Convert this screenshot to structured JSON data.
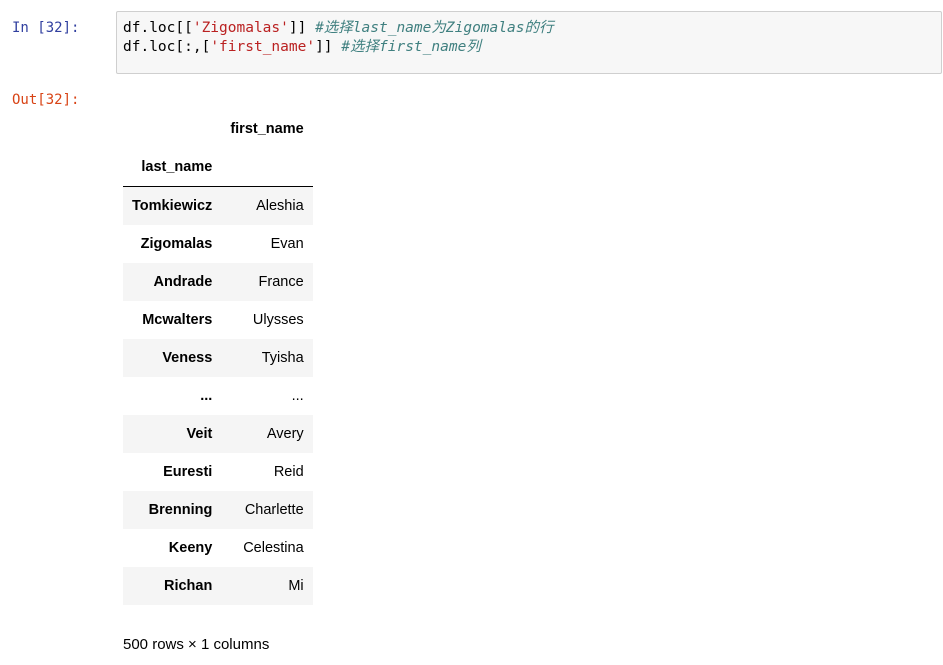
{
  "input_prompt": "In [32]:",
  "output_prompt": "Out[32]:",
  "code": {
    "line1": {
      "code": "df.loc[[",
      "string": "'Zigomalas'",
      "code_end": "]]",
      "comment": "#选择last_name为Zigomalas的行"
    },
    "line2": {
      "code": "df.loc[:,[",
      "string": "'first_name'",
      "code_end": "]]",
      "comment": "#选择first_name列"
    }
  },
  "table": {
    "column_header": "first_name",
    "index_name": "last_name",
    "rows": [
      {
        "index": "Tomkiewicz",
        "value": "Aleshia"
      },
      {
        "index": "Zigomalas",
        "value": "Evan"
      },
      {
        "index": "Andrade",
        "value": "France"
      },
      {
        "index": "Mcwalters",
        "value": "Ulysses"
      },
      {
        "index": "Veness",
        "value": "Tyisha"
      },
      {
        "index": "...",
        "value": "..."
      },
      {
        "index": "Veit",
        "value": "Avery"
      },
      {
        "index": "Euresti",
        "value": "Reid"
      },
      {
        "index": "Brenning",
        "value": "Charlette"
      },
      {
        "index": "Keeny",
        "value": "Celestina"
      },
      {
        "index": "Richan",
        "value": "Mi"
      }
    ]
  },
  "shape_note": "500 rows × 1 columns",
  "colors": {
    "input_prompt": "#303f9f",
    "output_prompt": "#d84315",
    "string": "#ba2121",
    "comment": "#408080",
    "cell_background": "#f7f7f7",
    "row_stripe": "#f5f5f5"
  }
}
